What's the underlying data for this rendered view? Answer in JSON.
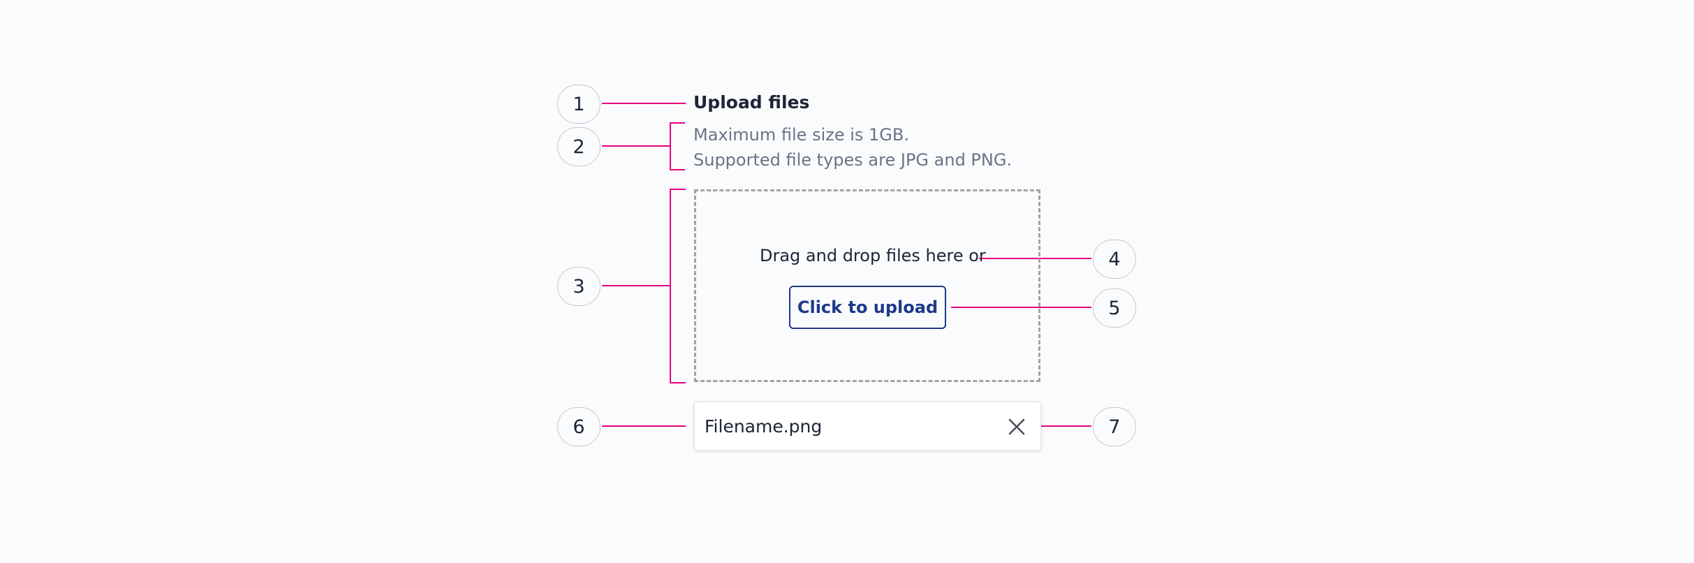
{
  "callouts": [
    "1",
    "2",
    "3",
    "4",
    "5",
    "6",
    "7"
  ],
  "upload": {
    "title": "Upload files",
    "hint_line_1": "Maximum file size is 1GB.",
    "hint_line_2": "Supported file types are JPG and PNG.",
    "drag_text": "Drag and drop files here or",
    "button_label": "Click to upload"
  },
  "file_item": {
    "name": "Filename.png",
    "remove_icon": "close-icon"
  },
  "colors": {
    "callout_line": "#e6007e",
    "dashed_border": "#a3a3a3",
    "button_blue": "#1e3a8a",
    "hint_text": "#6b7385"
  }
}
